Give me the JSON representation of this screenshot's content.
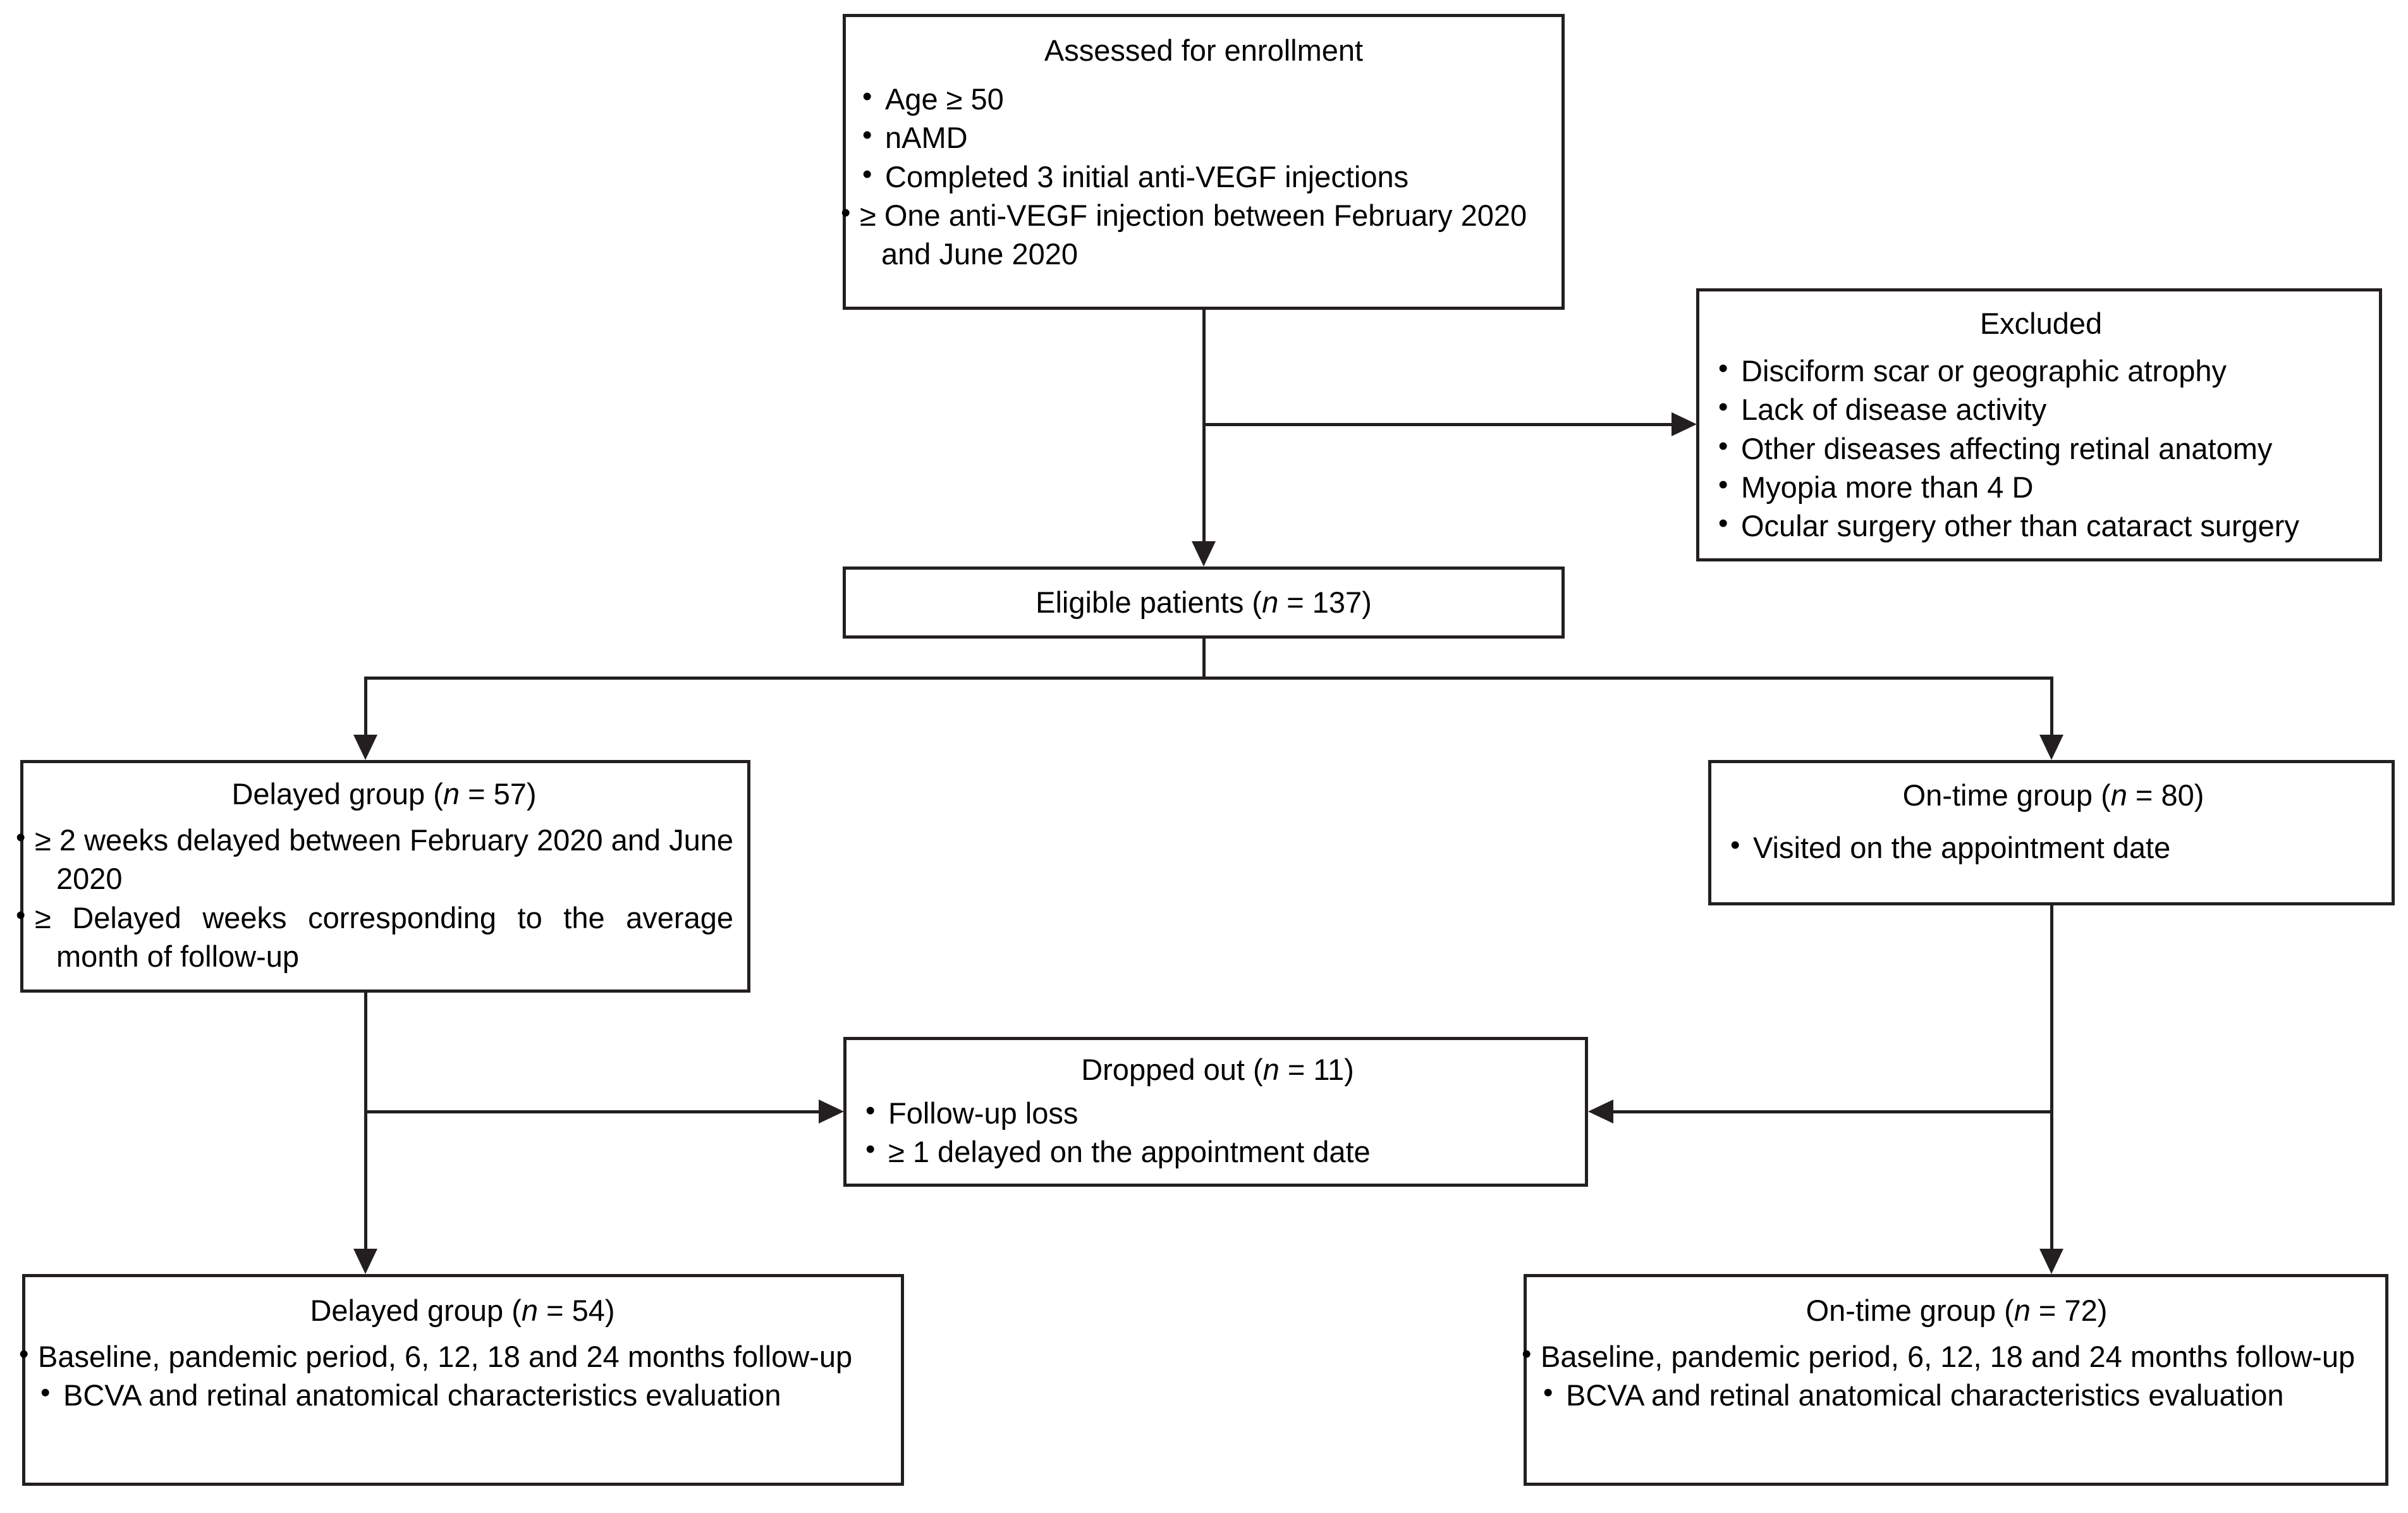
{
  "diagram": {
    "type": "study-flow-chart",
    "title_visible": false,
    "colors": {
      "stroke": "#231f20",
      "background": "#ffffff",
      "text": "#000000"
    }
  },
  "nodes": {
    "assessed": {
      "title": "Assessed for enrollment",
      "bullets": [
        "Age ≥ 50",
        "nAMD",
        "Completed 3 initial anti-VEGF injections",
        "≥ One anti-VEGF injection between February 2020 and June 2020"
      ]
    },
    "excluded": {
      "title": "Excluded",
      "bullets": [
        "Disciform scar or geographic atrophy",
        "Lack of disease activity",
        "Other diseases affecting retinal anatomy",
        "Myopia more than 4 D",
        "Ocular surgery other than cataract surgery"
      ]
    },
    "eligible": {
      "title_pre": "Eligible patients (",
      "title_n": "n",
      "title_post": " = 137)"
    },
    "delayed_group": {
      "title_pre": "Delayed group (",
      "title_n": "n",
      "title_post": " = 57)",
      "bullets": [
        "≥ 2 weeks delayed between February 2020 and June 2020",
        "≥ Delayed weeks corresponding to the average month of follow-up"
      ]
    },
    "ontime_group": {
      "title_pre": "On-time group (",
      "title_n": "n",
      "title_post": " = 80)",
      "bullets": [
        "Visited on the appointment date"
      ]
    },
    "dropped_out": {
      "title_pre": "Dropped out (",
      "title_n": "n",
      "title_post": " = 11)",
      "bullets": [
        "Follow-up loss",
        "≥ 1 delayed on the appointment date"
      ]
    },
    "delayed_final": {
      "title_pre": "Delayed group (",
      "title_n": "n",
      "title_post": " = 54)",
      "bullets": [
        "Baseline, pandemic period, 6, 12, 18 and 24 months follow-up",
        "BCVA and retinal anatomical characteristics evaluation"
      ]
    },
    "ontime_final": {
      "title_pre": "On-time group (",
      "title_n": "n",
      "title_post": " = 72)",
      "bullets": [
        "Baseline, pandemic period, 6, 12, 18 and 24 months follow-up",
        "BCVA and retinal anatomical characteristics evaluation"
      ]
    }
  },
  "counts": {
    "eligible": 137,
    "delayed_enrolled": 57,
    "ontime_enrolled": 80,
    "dropped_out": 11,
    "delayed_analyzed": 54,
    "ontime_analyzed": 72
  },
  "edges": [
    {
      "from": "assessed",
      "to": "excluded",
      "direction": "right"
    },
    {
      "from": "assessed",
      "to": "eligible",
      "direction": "down"
    },
    {
      "from": "eligible",
      "to": "delayed_group",
      "direction": "down-left"
    },
    {
      "from": "eligible",
      "to": "ontime_group",
      "direction": "down-right"
    },
    {
      "from": "delayed_group",
      "to": "dropped_out",
      "direction": "right"
    },
    {
      "from": "ontime_group",
      "to": "dropped_out",
      "direction": "left"
    },
    {
      "from": "delayed_group",
      "to": "delayed_final",
      "direction": "down"
    },
    {
      "from": "ontime_group",
      "to": "ontime_final",
      "direction": "down"
    }
  ]
}
